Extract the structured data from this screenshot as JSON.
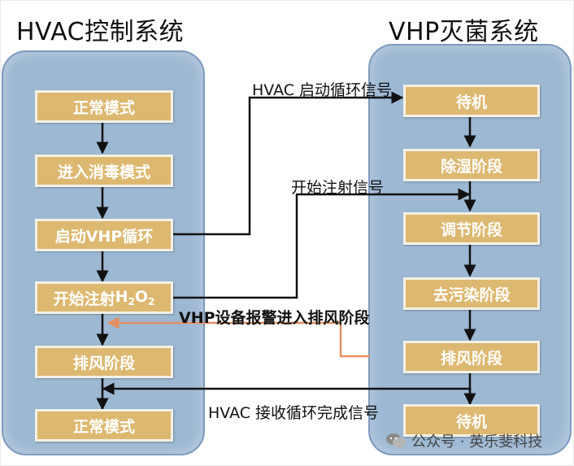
{
  "left_title": "HVAC控制系统",
  "right_title": "VHP灭菌系统",
  "left_steps": [
    "正常模式",
    "进入消毒模式",
    "启动VHP循环",
    "开始注射",
    "排风阶段",
    "正常模式"
  ],
  "inject_chem": {
    "h": "H",
    "two": "2",
    "o": "O",
    "two_b": "2"
  },
  "right_steps": [
    "待机",
    "除湿阶段",
    "调节阶段",
    "去污染阶段",
    "排风阶段",
    "待机"
  ],
  "signals": {
    "start_cycle": "HVAC 启动循环信号",
    "start_inject": "开始注射信号",
    "alarm": "VHP设备报警进入排风阶段",
    "complete": "HVAC 接收循环完成信号"
  },
  "watermark": "公众号 · 英乐斐科技",
  "colors": {
    "panel": "#9db8d3",
    "step_box": "#ddb870",
    "alarm_arrow": "#e39061"
  }
}
